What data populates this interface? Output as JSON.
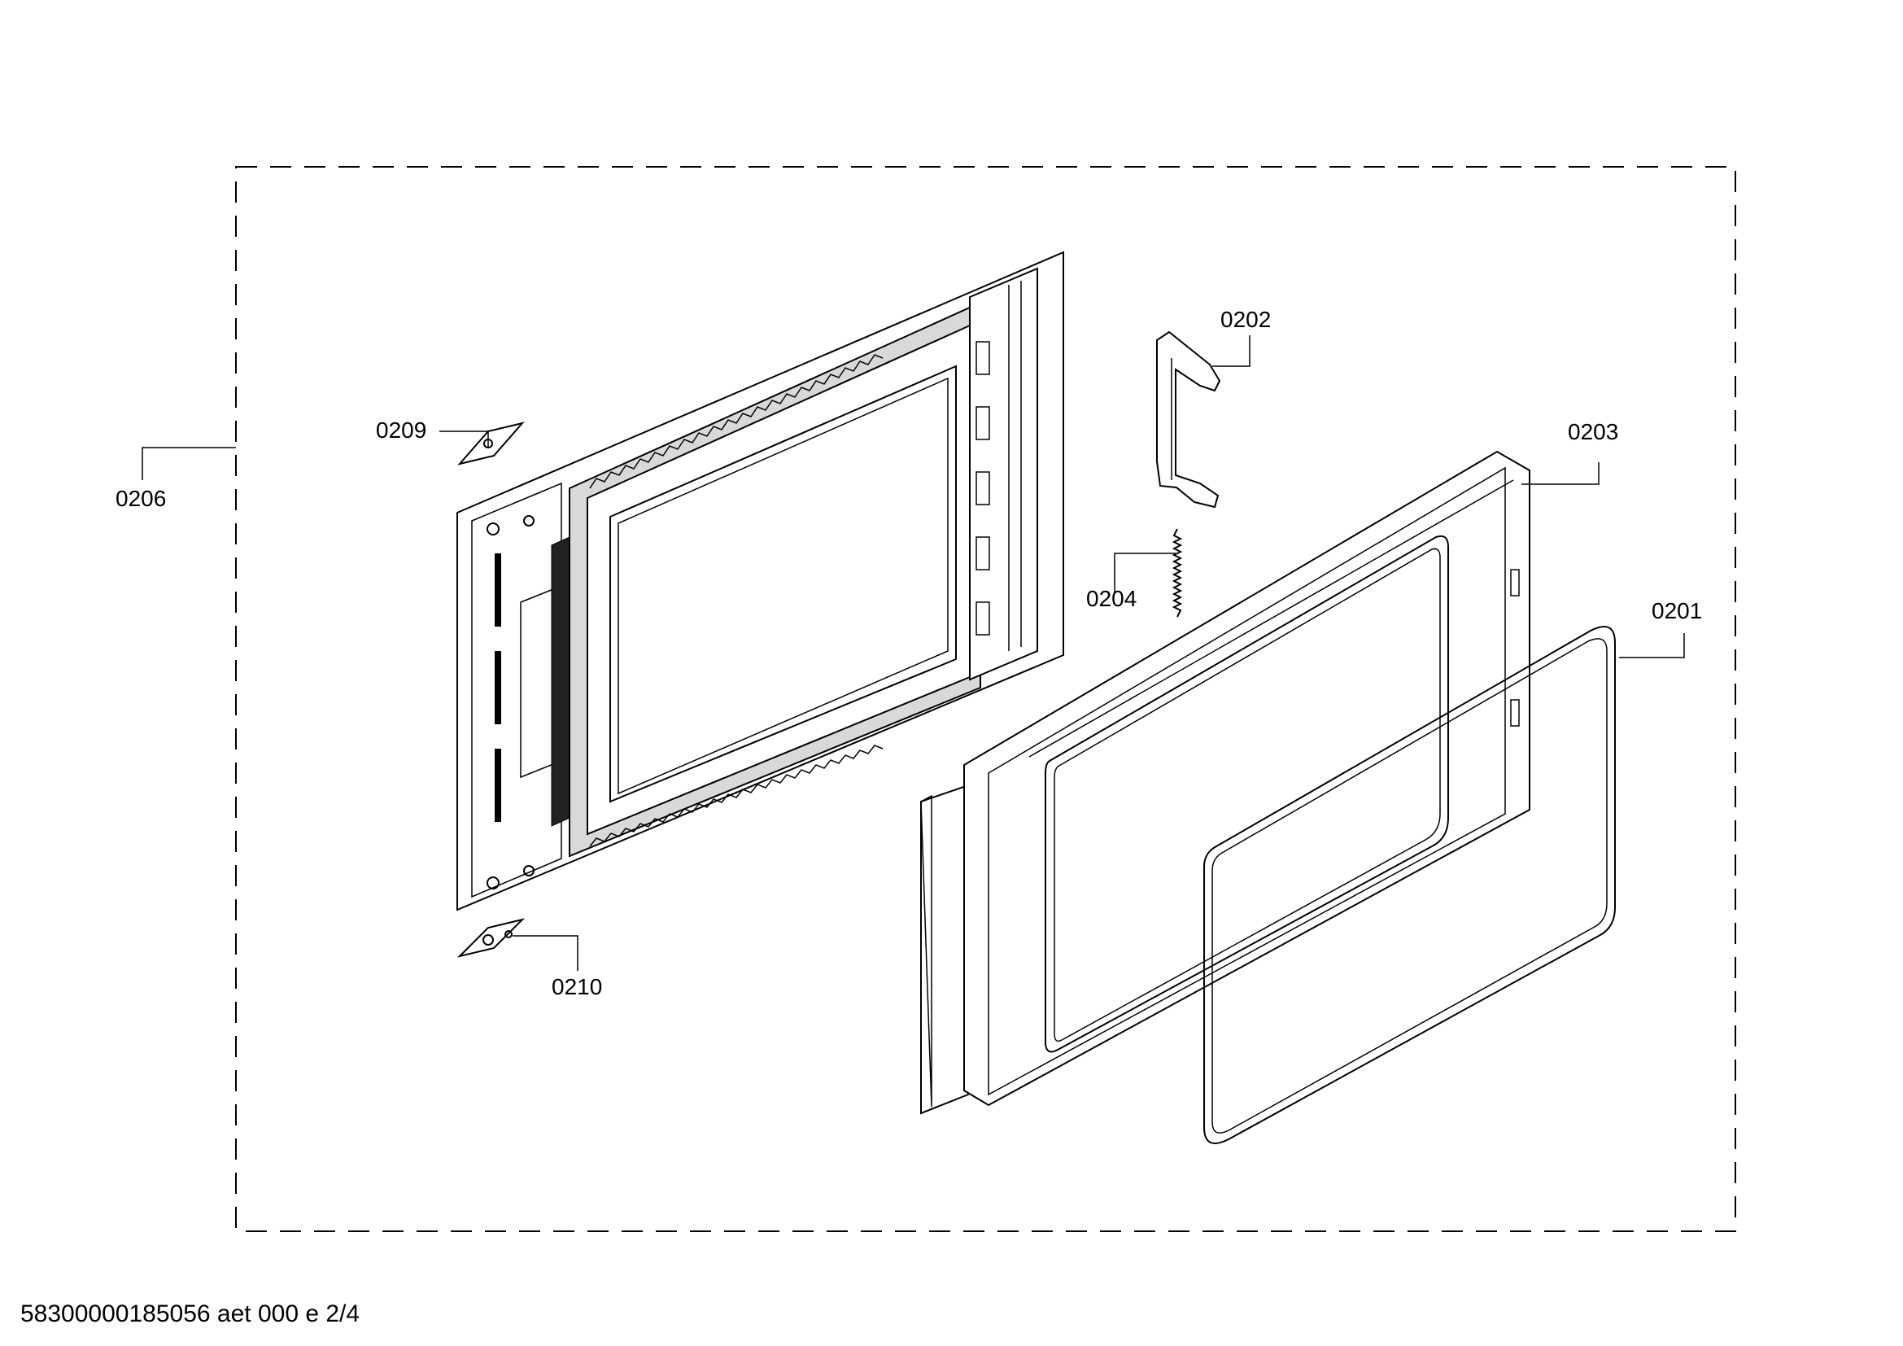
{
  "diagram": {
    "callouts": [
      {
        "id": "0201",
        "text": "0201"
      },
      {
        "id": "0202",
        "text": "0202"
      },
      {
        "id": "0203",
        "text": "0203"
      },
      {
        "id": "0204",
        "text": "0204"
      },
      {
        "id": "0206",
        "text": "0206"
      },
      {
        "id": "0209",
        "text": "0209"
      },
      {
        "id": "0210",
        "text": "0210"
      }
    ],
    "footer": "58300000185056 aet 000 e 2/4"
  }
}
